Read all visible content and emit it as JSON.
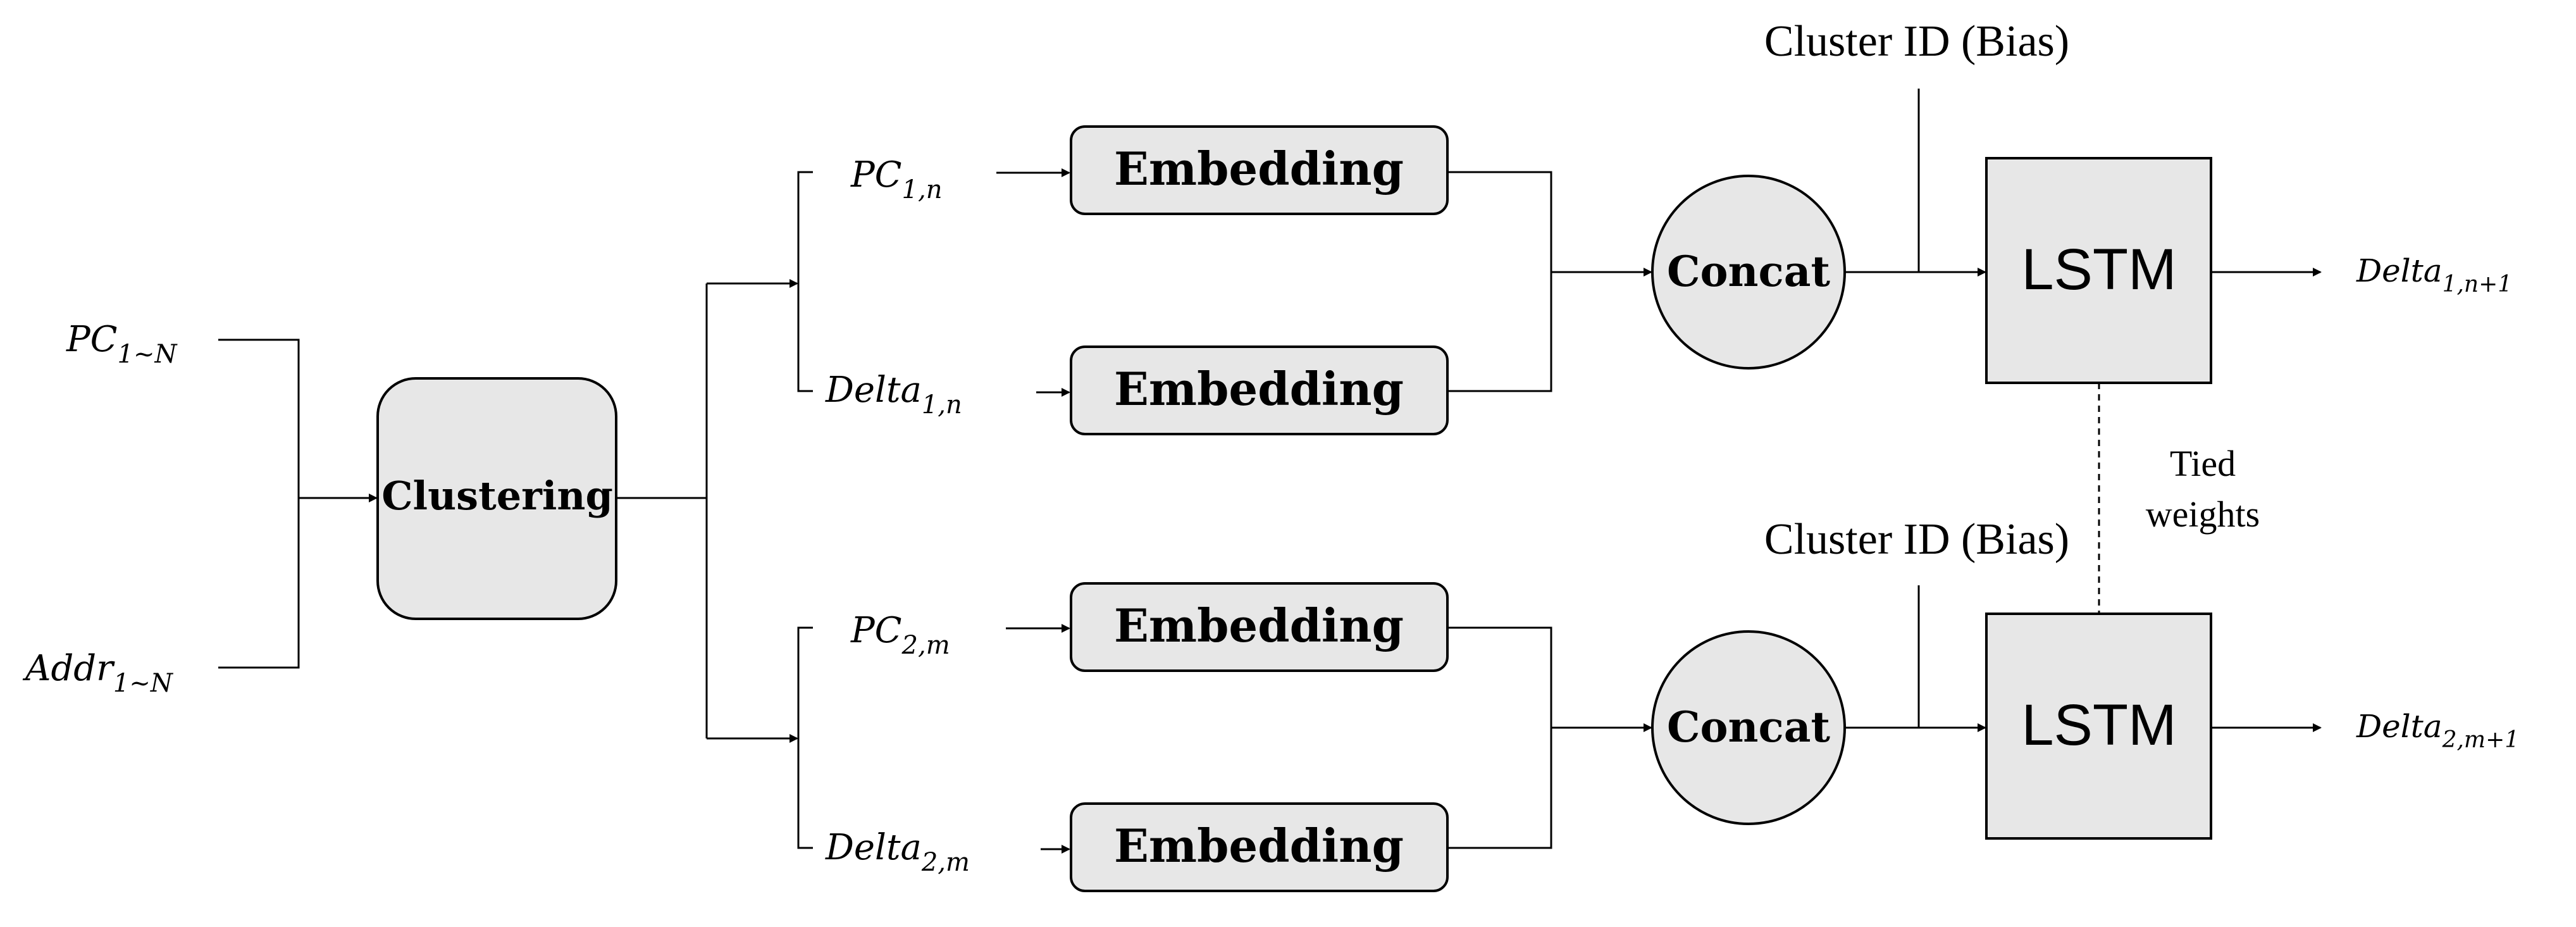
{
  "inputs": {
    "pc": {
      "base": "PC",
      "sub": "1~N"
    },
    "addr": {
      "base": "Addr",
      "sub": "1~N"
    }
  },
  "clustering": {
    "label": "Clustering"
  },
  "branches": [
    {
      "pc": {
        "base": "PC",
        "sub": "1,n"
      },
      "delta": {
        "base": "Delta",
        "sub": "1,n"
      },
      "embedding_top": "Embedding",
      "embedding_bottom": "Embedding",
      "concat": "Concat",
      "cluster_id": "Cluster ID (Bias)",
      "lstm": "LSTM",
      "output": {
        "base": "Delta",
        "sub": "1,n+1"
      }
    },
    {
      "pc": {
        "base": "PC",
        "sub": "2,m"
      },
      "delta": {
        "base": "Delta",
        "sub": "2,m"
      },
      "embedding_top": "Embedding",
      "embedding_bottom": "Embedding",
      "concat": "Concat",
      "cluster_id": "Cluster ID (Bias)",
      "lstm": "LSTM",
      "output": {
        "base": "Delta",
        "sub": "2,m+1"
      }
    }
  ],
  "tied_weights": {
    "line1": "Tied",
    "line2": "weights"
  },
  "colors": {
    "box_fill": "#e7e7e7",
    "stroke": "#000000"
  }
}
